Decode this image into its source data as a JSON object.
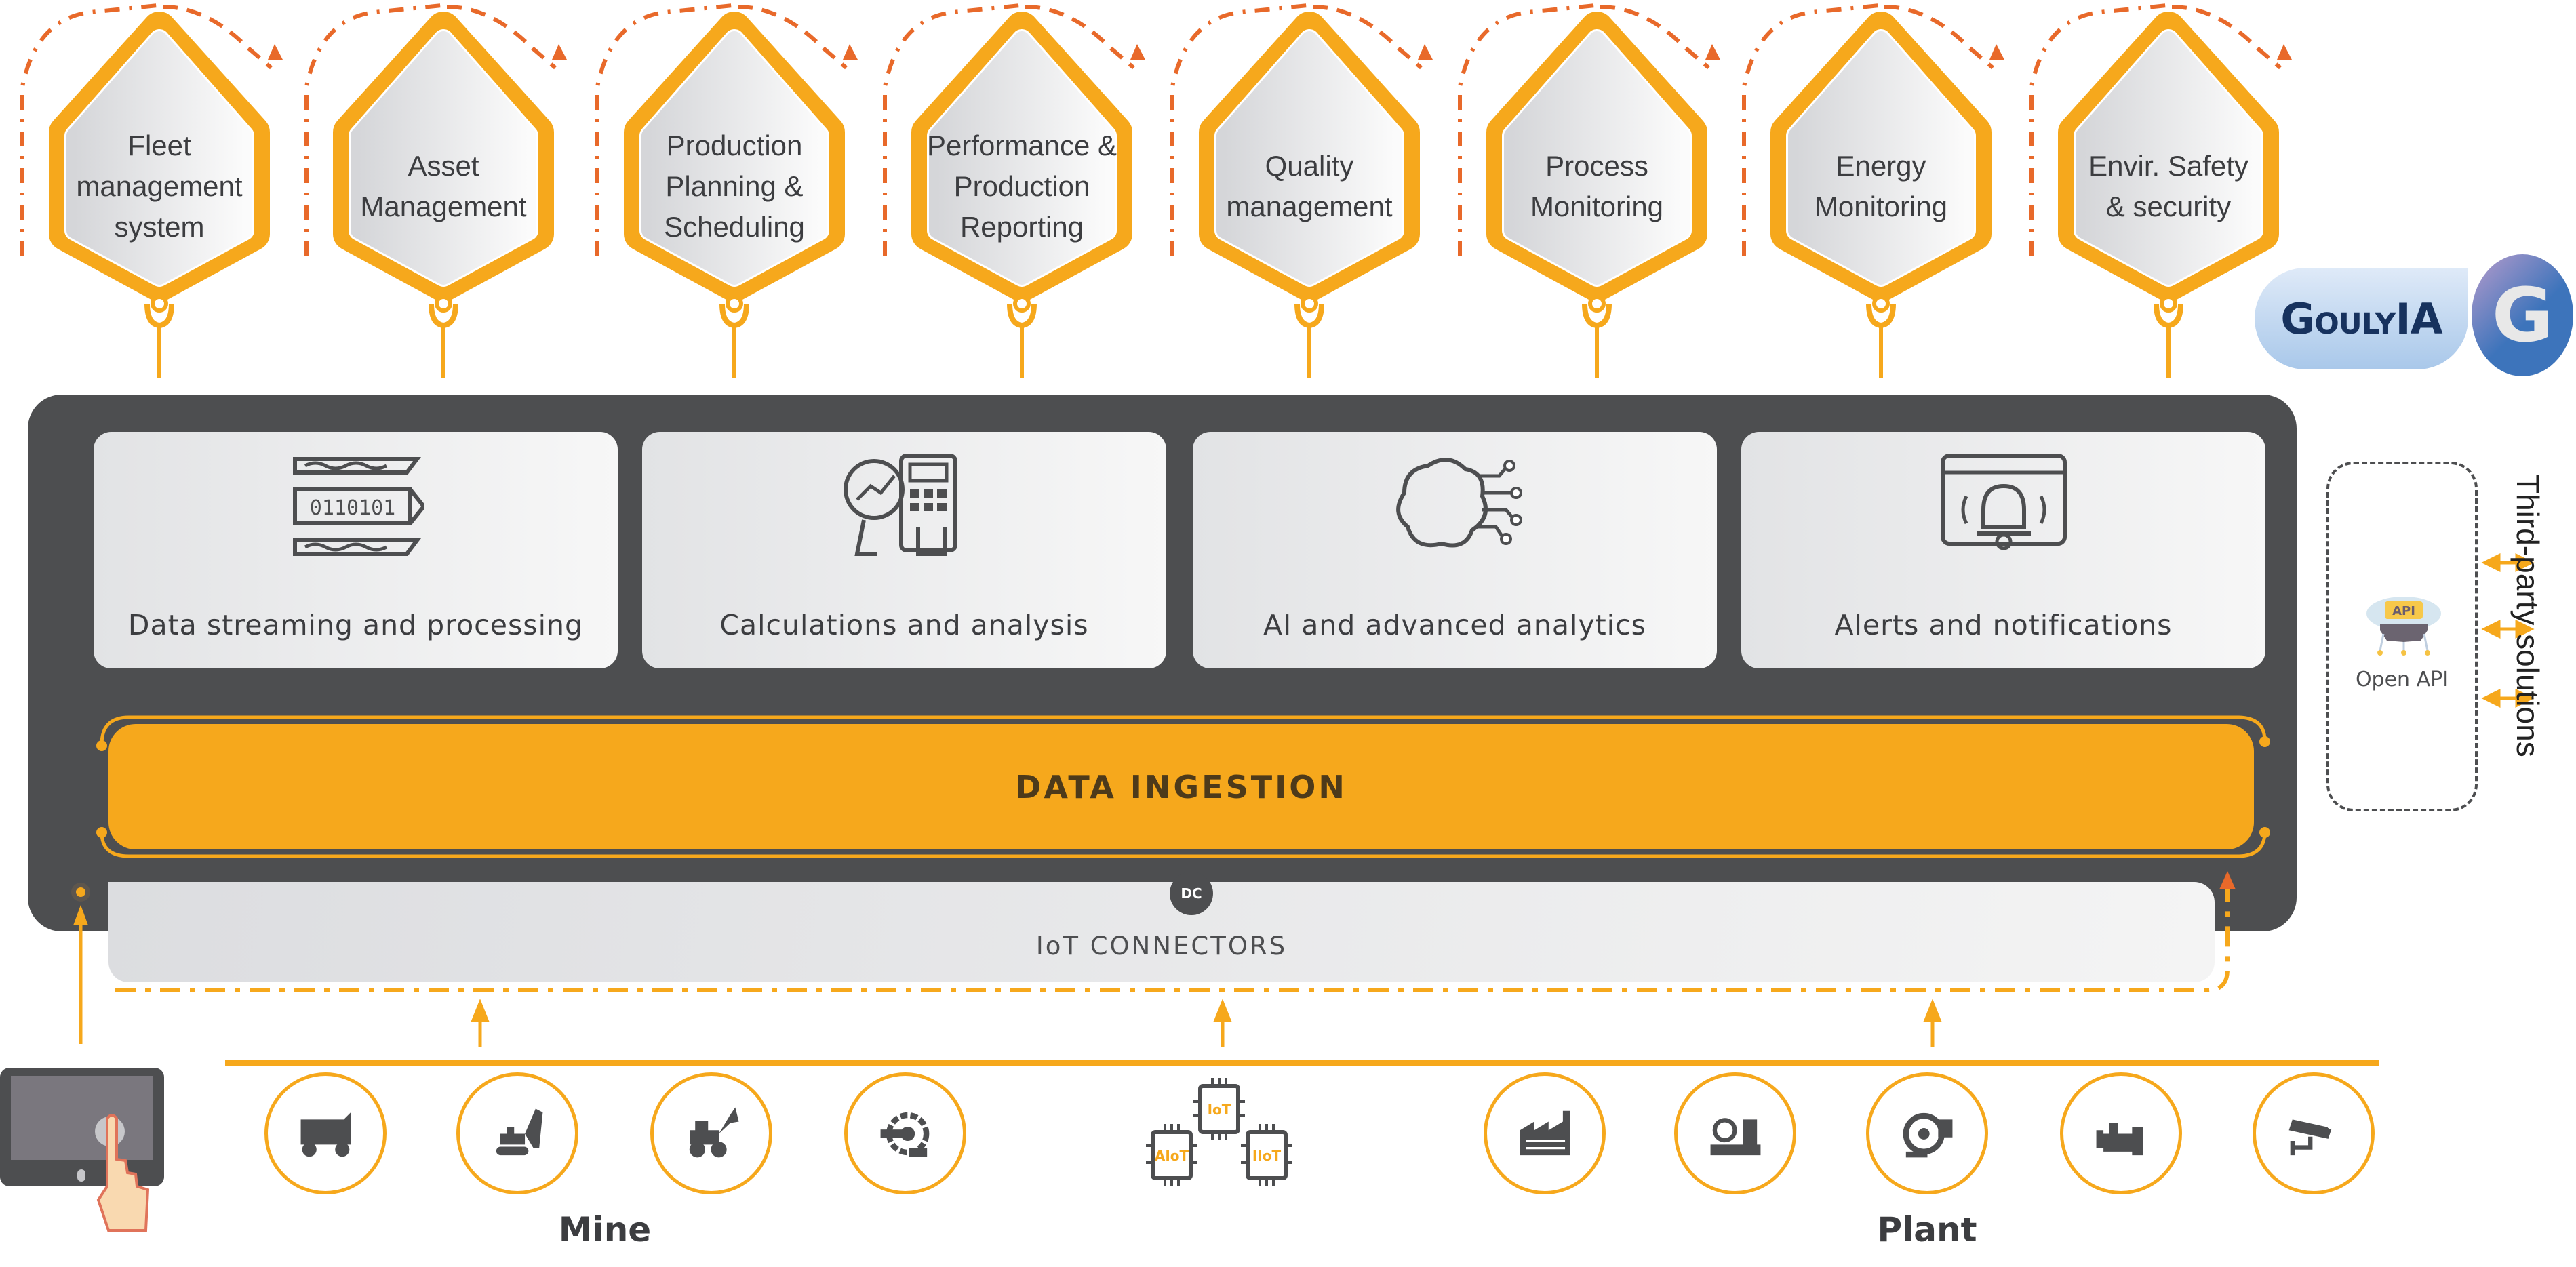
{
  "modules": [
    {
      "label": "Fleet\nmanagement\nsystem"
    },
    {
      "label": "Asset\nManagement"
    },
    {
      "label": "Production\nPlanning &\nScheduling"
    },
    {
      "label": "Performance &\nProduction\nReporting"
    },
    {
      "label": "Quality\nmanagement"
    },
    {
      "label": "Process\nMonitoring"
    },
    {
      "label": "Energy\nMonitoring"
    },
    {
      "label": "Envir. Safety\n& security"
    }
  ],
  "capabilities": [
    {
      "label": "Data streaming and processing",
      "icon": "data-stream-icon",
      "binary": "0110101"
    },
    {
      "label": "Calculations and analysis",
      "icon": "calculator-analysis-icon"
    },
    {
      "label": "AI and advanced analytics",
      "icon": "ai-brain-circuit-icon"
    },
    {
      "label": "Alerts and notifications",
      "icon": "bell-alert-icon"
    }
  ],
  "ingestion": {
    "label": "DATA INGESTION"
  },
  "connectors": {
    "label": "IoT CONNECTORS",
    "dc_badge": "DC"
  },
  "brand": {
    "name": "GoulyIA",
    "mark": "G"
  },
  "open_api": {
    "label": "Open API",
    "badge": "API"
  },
  "third_party": {
    "label": "Third-party solutions"
  },
  "chips": {
    "iot": "IoT",
    "aiot": "AIoT",
    "iiot": "IIoT"
  },
  "mine": {
    "label": "Mine",
    "devices": [
      "dump-truck-icon",
      "excavator-icon",
      "wheel-loader-icon",
      "bucket-wheel-icon"
    ]
  },
  "plant": {
    "label": "Plant",
    "devices": [
      "factory-icon",
      "chemical-plant-icon",
      "turbine-icon",
      "pump-icon",
      "cctv-camera-icon"
    ]
  },
  "colors": {
    "accent": "#f6a81c",
    "arrow": "#e8692a",
    "panel": "#4d4e50",
    "brand": "#17325e"
  }
}
